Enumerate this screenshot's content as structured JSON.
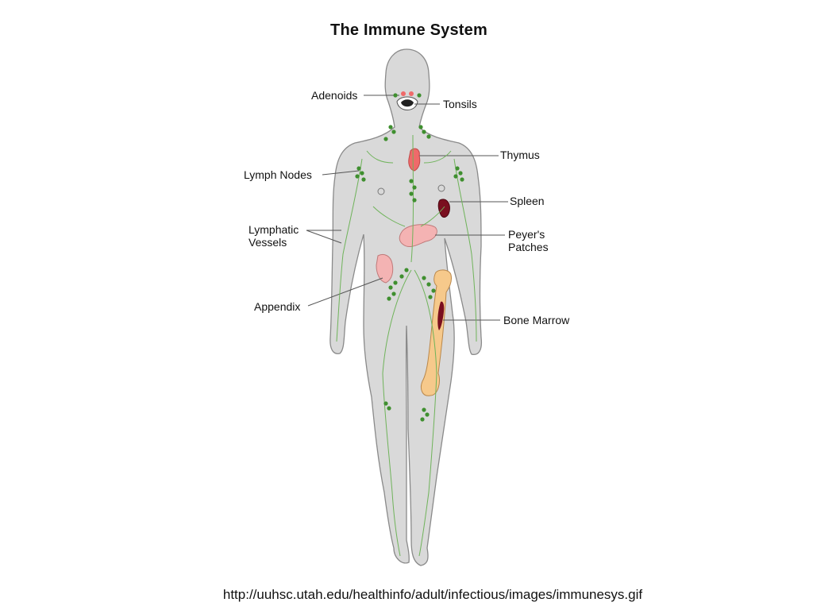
{
  "title": "The Immune System",
  "labels": {
    "adenoids": "Adenoids",
    "tonsils": "Tonsils",
    "thymus": "Thymus",
    "lymph_nodes": "Lymph Nodes",
    "spleen": "Spleen",
    "lymphatic_vessels_line1": "Lymphatic",
    "lymphatic_vessels_line2": "Vessels",
    "peyers_line1": "Peyer's",
    "peyers_line2": "Patches",
    "appendix": "Appendix",
    "bone_marrow": "Bone Marrow"
  },
  "source_url": "http://uuhsc.utah.edu/healthinfo/adult/infectious/images/immunesys.gif",
  "colors": {
    "body_fill": "#d9d9d9",
    "body_outline": "#8a8a8a",
    "lymph_green": "#3f8f2f",
    "vessel_green": "#6fb35a",
    "thymus": "#ef6a6a",
    "spleen": "#7a0f1f",
    "peyers": "#f4b3b3",
    "appendix": "#f4b3b3",
    "bone": "#f6c98b",
    "marrow": "#7a0f1f",
    "leader_line": "#555555"
  }
}
